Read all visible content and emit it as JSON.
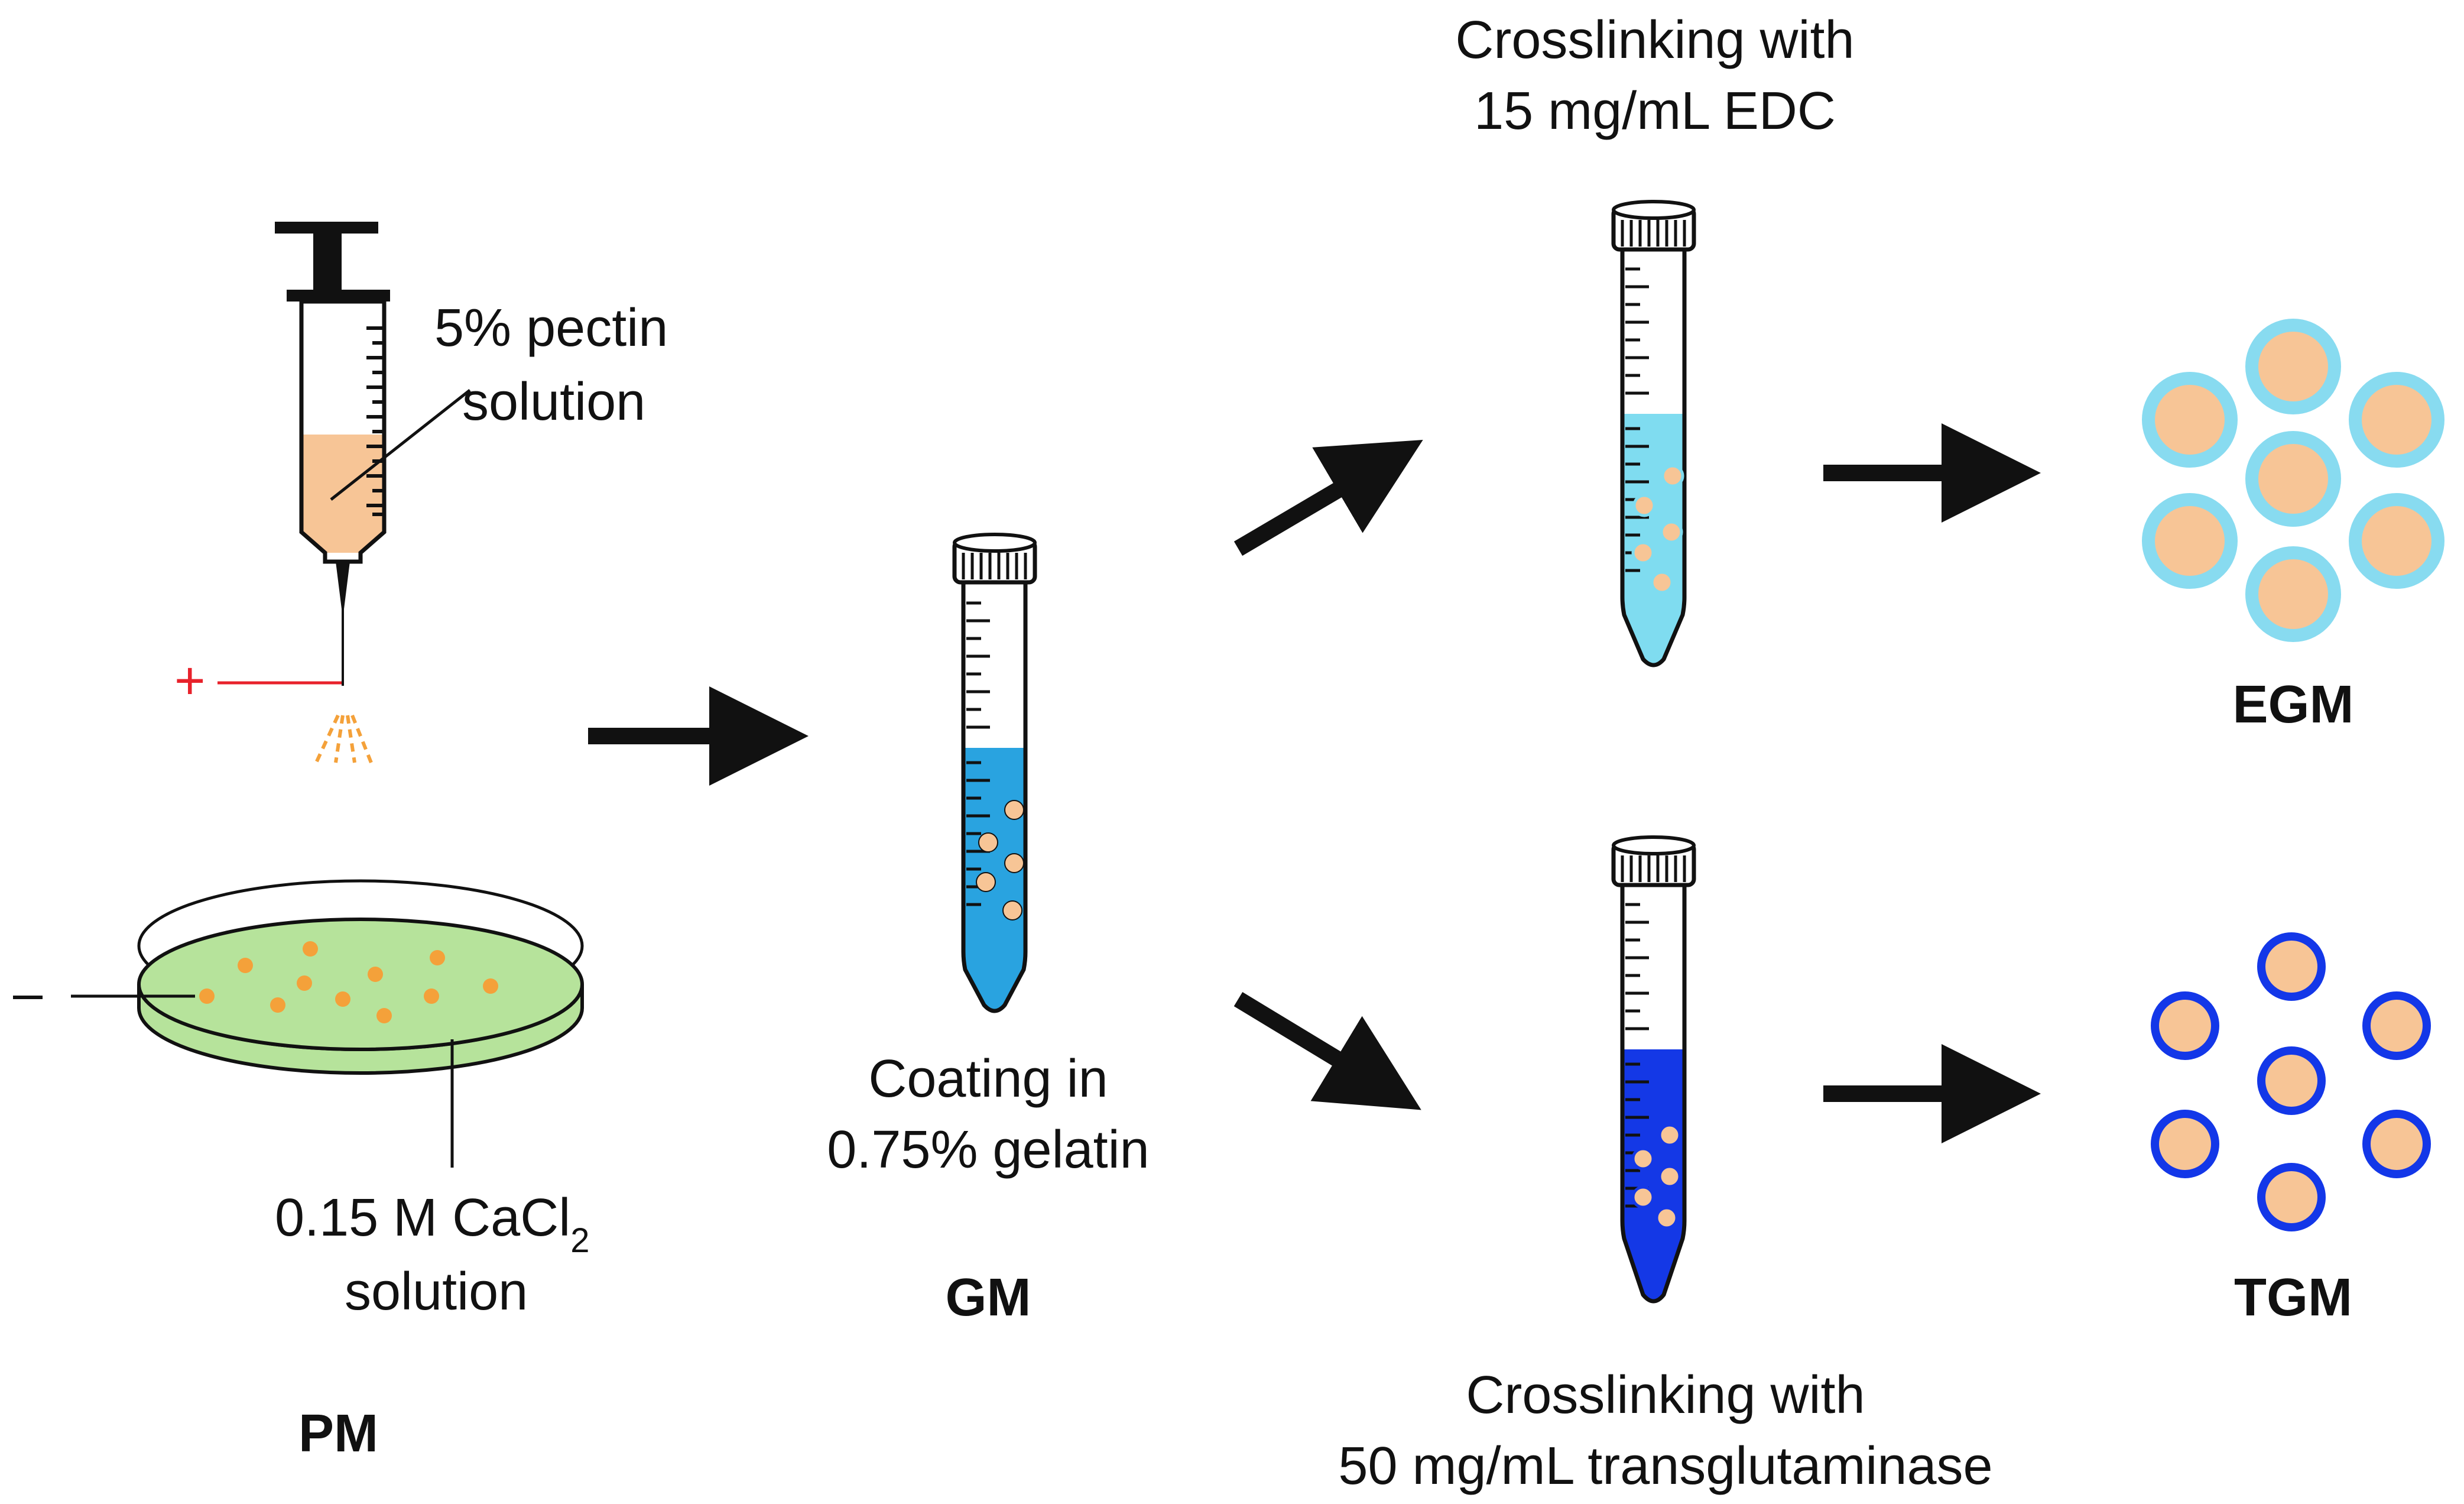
{
  "syringe": {
    "label_line1": "5% pectin",
    "label_line2": "solution",
    "fill_color": "#f7c596",
    "voltage_sign": "+",
    "voltage_color": "#e8222b"
  },
  "dish": {
    "voltage_sign": "–",
    "label_main": "0.15 M CaCl",
    "label_subscript": "2",
    "label_line2": "solution",
    "fill_color": "#b6e39b",
    "bead_color": "#f4a13a"
  },
  "pm_label": "PM",
  "gm": {
    "caption_line1": "Coating in",
    "caption_line2": "0.75% gelatin",
    "label": "GM",
    "liquid_color": "#29a3e0"
  },
  "edc": {
    "caption_line1": "Crosslinking with",
    "caption_line2": "15 mg/mL EDC",
    "liquid_color": "#7fdcf0",
    "product_label": "EGM",
    "shell_color": "#88dbf0"
  },
  "tgase": {
    "caption_line1": "Crosslinking with",
    "caption_line2": "50 mg/mL transglutaminase",
    "liquid_color": "#1438e6",
    "product_label": "TGM",
    "shell_color": "#1337e8"
  },
  "core_color": "#f7c596"
}
